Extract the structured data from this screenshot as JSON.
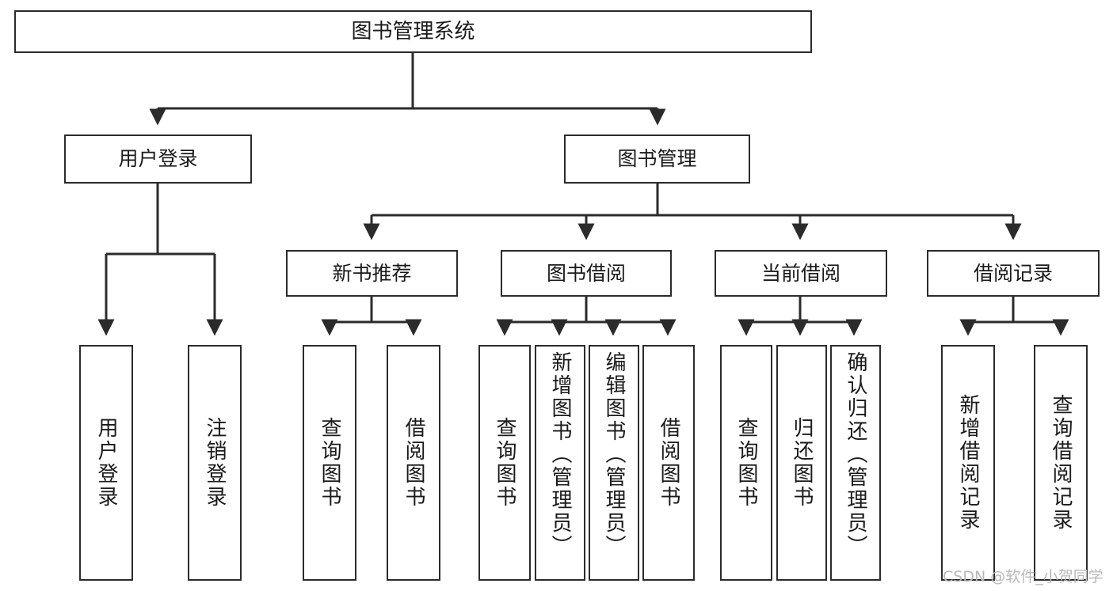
{
  "diagram": {
    "type": "tree",
    "title": "图书管理系统",
    "orientation": "top-down",
    "watermark": "CSDN @软件_小贺同学",
    "colors": {
      "background": "#ffffff",
      "box_border": "#2b2b2b",
      "box_fill": "#ffffff",
      "text": "#1a1a1a",
      "edge": "#2b2b2b",
      "watermark": "#b8b8b8"
    },
    "nodes": {
      "root": {
        "label": "图书管理系统"
      },
      "level2": [
        {
          "id": "user-login",
          "label": "用户登录"
        },
        {
          "id": "book-manage",
          "label": "图书管理"
        }
      ],
      "level3": [
        {
          "id": "new-book-rec",
          "label": "新书推荐"
        },
        {
          "id": "book-borrow",
          "label": "图书借阅"
        },
        {
          "id": "current-borrow",
          "label": "当前借阅"
        },
        {
          "id": "borrow-record",
          "label": "借阅记录"
        }
      ],
      "leaves": {
        "user-login": [
          {
            "id": "leaf-user-login",
            "label": "用户登录"
          },
          {
            "id": "leaf-user-logout",
            "label": "注销登录"
          }
        ],
        "new-book-rec": [
          {
            "id": "leaf-query-book-1",
            "label": "查询图书"
          },
          {
            "id": "leaf-borrow-book-1",
            "label": "借阅图书"
          }
        ],
        "book-borrow": [
          {
            "id": "leaf-query-book-2",
            "label": "查询图书"
          },
          {
            "id": "leaf-add-book",
            "label": "新增图书（管理员）"
          },
          {
            "id": "leaf-edit-book",
            "label": "编辑图书（管理员）"
          },
          {
            "id": "leaf-borrow-book-2",
            "label": "借阅图书"
          }
        ],
        "current-borrow": [
          {
            "id": "leaf-query-book-3",
            "label": "查询图书"
          },
          {
            "id": "leaf-return-book",
            "label": "归还图书"
          },
          {
            "id": "leaf-confirm-return",
            "label": "确认归还（管理员）"
          }
        ],
        "borrow-record": [
          {
            "id": "leaf-add-record",
            "label": "新增借阅记录"
          },
          {
            "id": "leaf-query-record",
            "label": "查询借阅记录"
          }
        ]
      }
    }
  }
}
